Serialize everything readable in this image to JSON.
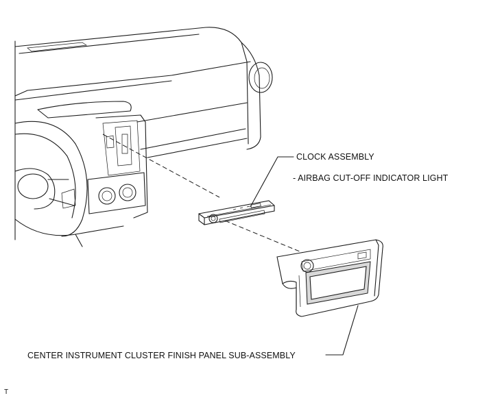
{
  "labels": {
    "clock_assembly": "CLOCK ASSEMBLY",
    "airbag_light": "- AIRBAG CUT-OFF INDICATOR LIGHT",
    "finish_panel": "CENTER INSTRUMENT CLUSTER FINISH PANEL SUB-ASSEMBLY",
    "corner_code": "T"
  },
  "icons": {
    "dashboard": "instrument-panel-drawing",
    "clock": "clock-assembly-drawing",
    "panel": "finish-panel-drawing"
  }
}
